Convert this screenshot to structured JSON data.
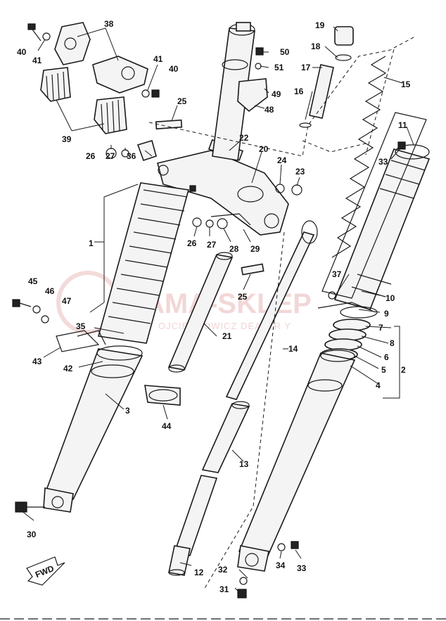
{
  "watermark": {
    "main": "AMA-SKLEP",
    "sub": "OJCIECHOWICZ DEALER Y"
  },
  "fwd_badge": "FWD",
  "labels": {
    "p1": "1",
    "p2": "2",
    "p3": "3",
    "p4": "4",
    "p5": "5",
    "p6": "6",
    "p7": "7",
    "p8": "8",
    "p9": "9",
    "p10": "10",
    "p11": "11",
    "p12": "12",
    "p13": "13",
    "p14": "14",
    "p15": "15",
    "p16": "16",
    "p17": "17",
    "p18": "18",
    "p19": "19",
    "p20": "20",
    "p21": "21",
    "p22": "22",
    "p23": "23",
    "p24": "24",
    "p25a": "25",
    "p25b": "25",
    "p26a": "26",
    "p26b": "26",
    "p27a": "27",
    "p27b": "27",
    "p28": "28",
    "p29": "29",
    "p30": "30",
    "p31": "31",
    "p32": "32",
    "p33a": "33",
    "p33b": "33",
    "p34": "34",
    "p35": "35",
    "p36": "36",
    "p37": "37",
    "p38": "38",
    "p39": "39",
    "p40a": "40",
    "p40b": "40",
    "p41a": "41",
    "p41b": "41",
    "p42": "42",
    "p43": "43",
    "p44": "44",
    "p45": "45",
    "p46": "46",
    "p47": "47",
    "p48": "48",
    "p49": "49",
    "p50": "50",
    "p51": "51"
  }
}
